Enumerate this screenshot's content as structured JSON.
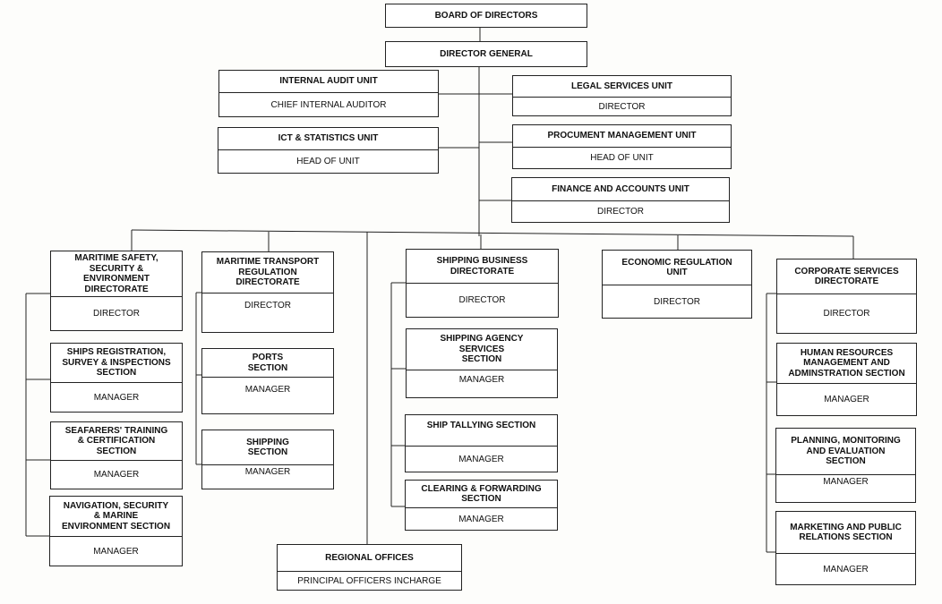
{
  "board": {
    "title": "BOARD OF DIRECTORS"
  },
  "dg": {
    "title": "DIRECTOR GENERAL"
  },
  "audit": {
    "title": "INTERNAL AUDIT UNIT",
    "role": "CHIEF INTERNAL AUDITOR"
  },
  "legal": {
    "title": "LEGAL SERVICES UNIT",
    "role": "DIRECTOR"
  },
  "ict": {
    "title": "ICT & STATISTICS UNIT",
    "role": "HEAD OF UNIT"
  },
  "procurement": {
    "title": "PROCUMENT MANAGEMENT UNIT",
    "role": "HEAD OF UNIT"
  },
  "finance": {
    "title": "FINANCE AND ACCOUNTS UNIT",
    "role": "DIRECTOR"
  },
  "safety": {
    "title": "MARITIME SAFETY,\nSECURITY &\nENVIRONMENT\nDIRECTORATE",
    "role": "DIRECTOR",
    "sections": [
      {
        "title": "SHIPS REGISTRATION,\nSURVEY & INSPECTIONS\nSECTION",
        "role": "MANAGER"
      },
      {
        "title": "SEAFARERS' TRAINING\n& CERTIFICATION\nSECTION",
        "role": "MANAGER"
      },
      {
        "title": "NAVIGATION, SECURITY\n& MARINE\nENVIRONMENT SECTION",
        "role": "MANAGER"
      }
    ]
  },
  "transport": {
    "title": "MARITIME TRANSPORT\nREGULATION\nDIRECTORATE",
    "role": "DIRECTOR",
    "sections": [
      {
        "title": "PORTS\nSECTION",
        "role": "MANAGER"
      },
      {
        "title": "SHIPPING\nSECTION",
        "role": "MANAGER"
      }
    ]
  },
  "regional": {
    "title": "REGIONAL OFFICES",
    "role": "PRINCIPAL OFFICERS INCHARGE"
  },
  "shipping_business": {
    "title": "SHIPPING BUSINESS\nDIRECTORATE",
    "role": "DIRECTOR",
    "sections": [
      {
        "title": "SHIPPING AGENCY\nSERVICES\nSECTION",
        "role": "MANAGER"
      },
      {
        "title": "SHIP TALLYING SECTION",
        "role": "MANAGER"
      },
      {
        "title": "CLEARING & FORWARDING\nSECTION",
        "role": "MANAGER"
      }
    ]
  },
  "economic": {
    "title": "ECONOMIC REGULATION\nUNIT",
    "role": "DIRECTOR"
  },
  "corporate": {
    "title": "CORPORATE SERVICES\nDIRECTORATE",
    "role": "DIRECTOR",
    "sections": [
      {
        "title": "HUMAN RESOURCES\nMANAGEMENT AND\nADMINSTRATION SECTION",
        "role": "MANAGER"
      },
      {
        "title": "PLANNING, MONITORING\nAND  EVALUATION\nSECTION",
        "role": "MANAGER"
      },
      {
        "title": "MARKETING AND PUBLIC\nRELATIONS SECTION",
        "role": "MANAGER"
      }
    ]
  }
}
